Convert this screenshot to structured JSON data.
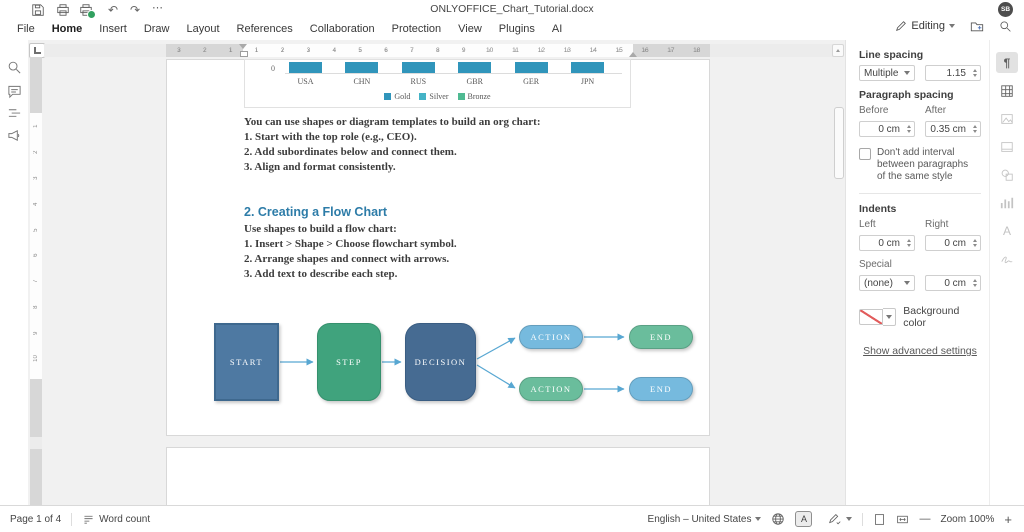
{
  "window": {
    "title": "ONLYOFFICE_Chart_Tutorial.docx",
    "avatar_initials": "SB",
    "more_glyph": "⋯",
    "undo_glyph": "↶",
    "redo_glyph": "↷"
  },
  "menu": {
    "tabs": [
      {
        "label": "File"
      },
      {
        "label": "Home",
        "active": true
      },
      {
        "label": "Insert"
      },
      {
        "label": "Draw"
      },
      {
        "label": "Layout"
      },
      {
        "label": "References"
      },
      {
        "label": "Collaboration"
      },
      {
        "label": "Protection"
      },
      {
        "label": "View"
      },
      {
        "label": "Plugins"
      },
      {
        "label": "AI"
      }
    ],
    "editing_label": "Editing"
  },
  "ruler": {
    "h_numbers": [
      "3",
      "2",
      "1",
      "1",
      "2",
      "3",
      "4",
      "5",
      "6",
      "7",
      "8",
      "9",
      "10",
      "11",
      "12",
      "13",
      "14",
      "15",
      "16",
      "17",
      "18"
    ],
    "v_numbers": [
      "1",
      "2",
      "3",
      "4",
      "5",
      "6",
      "7",
      "8",
      "9",
      "10"
    ]
  },
  "document": {
    "page1": {
      "chart": {
        "chart_data": {
          "type": "bar",
          "categories": [
            "USA",
            "CHN",
            "RUS",
            "GBR",
            "GER",
            "JPN"
          ],
          "series_names": [
            "Gold",
            "Silver",
            "Bronze"
          ],
          "visible_axis_tick": "0",
          "note": "only bottom sliver of bars visible above y-axis 0 line"
        },
        "axis_tick": "0",
        "bar_color": "#3095bb",
        "categories": [
          "USA",
          "CHN",
          "RUS",
          "GBR",
          "GER",
          "JPN"
        ],
        "legend": [
          {
            "label": "Gold",
            "color": "#3095bb"
          },
          {
            "label": "Silver",
            "color": "#44b3c6"
          },
          {
            "label": "Bronze",
            "color": "#4fba92"
          }
        ]
      },
      "intro_lines": [
        "You can use shapes or diagram templates to build an org chart:",
        "1. Start with the top role (e.g., CEO).",
        "2. Add subordinates below and connect them.",
        "3. Align and format consistently."
      ],
      "heading": "2. Creating a Flow Chart",
      "flow_lines": [
        "Use shapes to build a flow chart:",
        "1. Insert > Shape > Choose flowchart symbol.",
        "2. Arrange shapes and connect with arrows.",
        "3. Add text to describe each step."
      ],
      "flowchart": {
        "arrow_color": "#58a7d2",
        "shapes": {
          "start": {
            "label": "START",
            "fill": "#4e79a2"
          },
          "step": {
            "label": "STEP",
            "fill": "#40a37d"
          },
          "decision": {
            "label": "DECISION",
            "fill": "#466b92"
          },
          "action_top": {
            "label": "ACTION",
            "fill": "#76bade"
          },
          "end_top": {
            "label": "END",
            "fill": "#6abd9c"
          },
          "action_bottom": {
            "label": "ACTION",
            "fill": "#6abd9c"
          },
          "end_bottom": {
            "label": "END",
            "fill": "#76bade"
          }
        }
      }
    }
  },
  "sidebar": {
    "line_spacing_label": "Line spacing",
    "line_spacing_value": "Multiple",
    "line_spacing_amount": "1.15",
    "paragraph_spacing_label": "Paragraph spacing",
    "before_label": "Before",
    "after_label": "After",
    "before_value": "0 cm",
    "after_value": "0.35 cm",
    "interval_checkbox_label": "Don't add interval between paragraphs of the same style",
    "indents_label": "Indents",
    "left_label": "Left",
    "right_label": "Right",
    "left_value": "0 cm",
    "right_value": "0 cm",
    "special_label": "Special",
    "special_value": "(none)",
    "special_amount": "0 cm",
    "background_label": "Background color",
    "advanced_link": "Show advanced settings"
  },
  "right_panel": {
    "paragraph_glyph": "¶",
    "textart_glyph": "A"
  },
  "statusbar": {
    "page_info": "Page 1 of 4",
    "word_count_label": "Word count",
    "language": "English – United States",
    "spell_glyph": "A",
    "zoom_out_glyph": "—",
    "zoom_label": "Zoom 100%",
    "zoom_in_glyph": "+"
  }
}
